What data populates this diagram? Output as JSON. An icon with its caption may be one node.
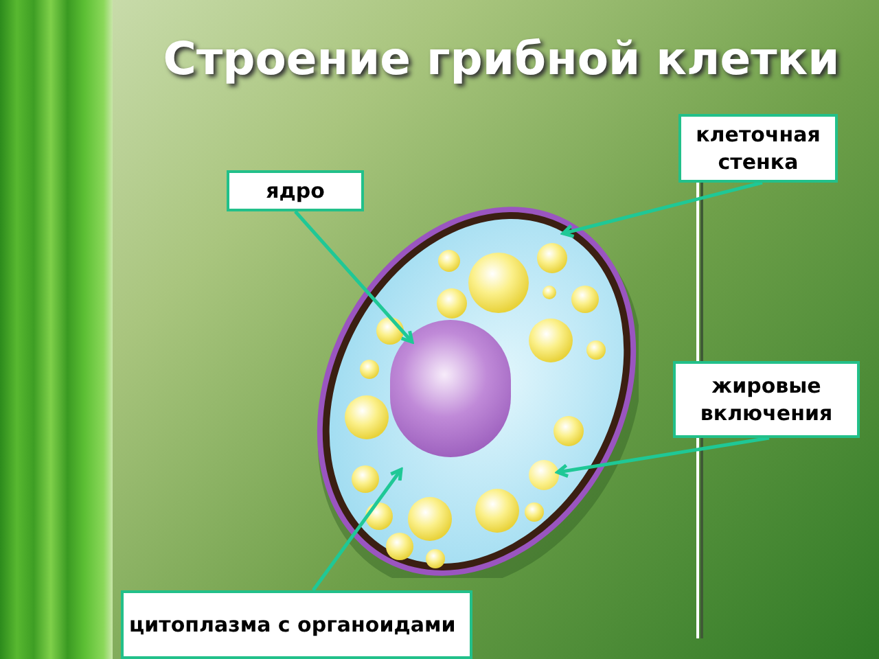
{
  "diagram": {
    "title": "Строение грибной клетки",
    "nodes": [
      {
        "text": [
          "ядро"
        ]
      },
      {
        "text": [
          "клеточная стенка"
        ]
      },
      {
        "text": [
          "жировые включения"
        ]
      },
      {
        "text": [
          "цитоплазма с органоидами"
        ]
      },
      {
        "text": [],
        "shape": "ellipse"
      },
      {
        "text": [],
        "shape": "ellipse",
        "in": 4
      },
      {
        "text": [],
        "shape": "circle",
        "in": 5
      },
      {
        "text": [],
        "shape": "circle",
        "in": 5
      }
    ],
    "edges": [
      {
        "from": 0,
        "to": 6,
        "arrow": "to"
      },
      {
        "from": 1,
        "to": 4,
        "arrow": "to"
      },
      {
        "from": 2,
        "to": 7,
        "arrow": "to"
      },
      {
        "from": 3,
        "to": 5,
        "arrow": "to"
      }
    ]
  }
}
